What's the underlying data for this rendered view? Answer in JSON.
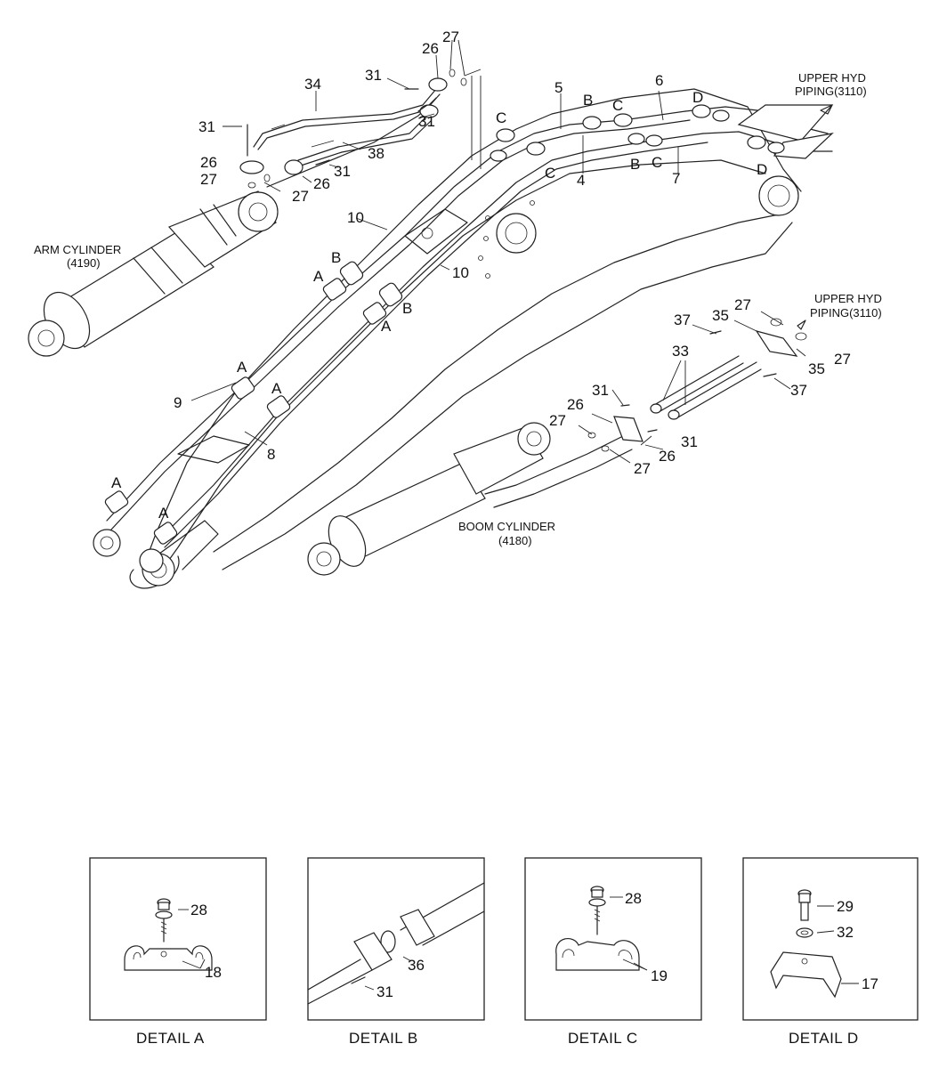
{
  "callouts": {
    "n31": "31",
    "n34": "34",
    "n26": "26",
    "n27": "27",
    "n38": "38",
    "n10": "10",
    "n9": "9",
    "n8": "8",
    "n5": "5",
    "n6": "6",
    "n4": "4",
    "n7": "7",
    "n37": "37",
    "n35": "35",
    "n33": "33",
    "n28": "28",
    "n18": "18",
    "n36": "36",
    "n19": "19",
    "n29": "29",
    "n32": "32",
    "n17": "17"
  },
  "letters": {
    "a": "A",
    "b": "B",
    "c": "C",
    "d": "D"
  },
  "labels": {
    "arm_cylinder_line1": "ARM CYLINDER",
    "arm_cylinder_line2": "(4190)",
    "boom_cylinder_line1": "BOOM CYLINDER",
    "boom_cylinder_line2": "(4180)",
    "upper_hyd_line1": "UPPER HYD",
    "upper_hyd_line2": "PIPING(3110)"
  },
  "details": [
    {
      "caption": "DETAIL  A"
    },
    {
      "caption": "DETAIL  B"
    },
    {
      "caption": "DETAIL  C"
    },
    {
      "caption": "DETAIL  D"
    }
  ]
}
